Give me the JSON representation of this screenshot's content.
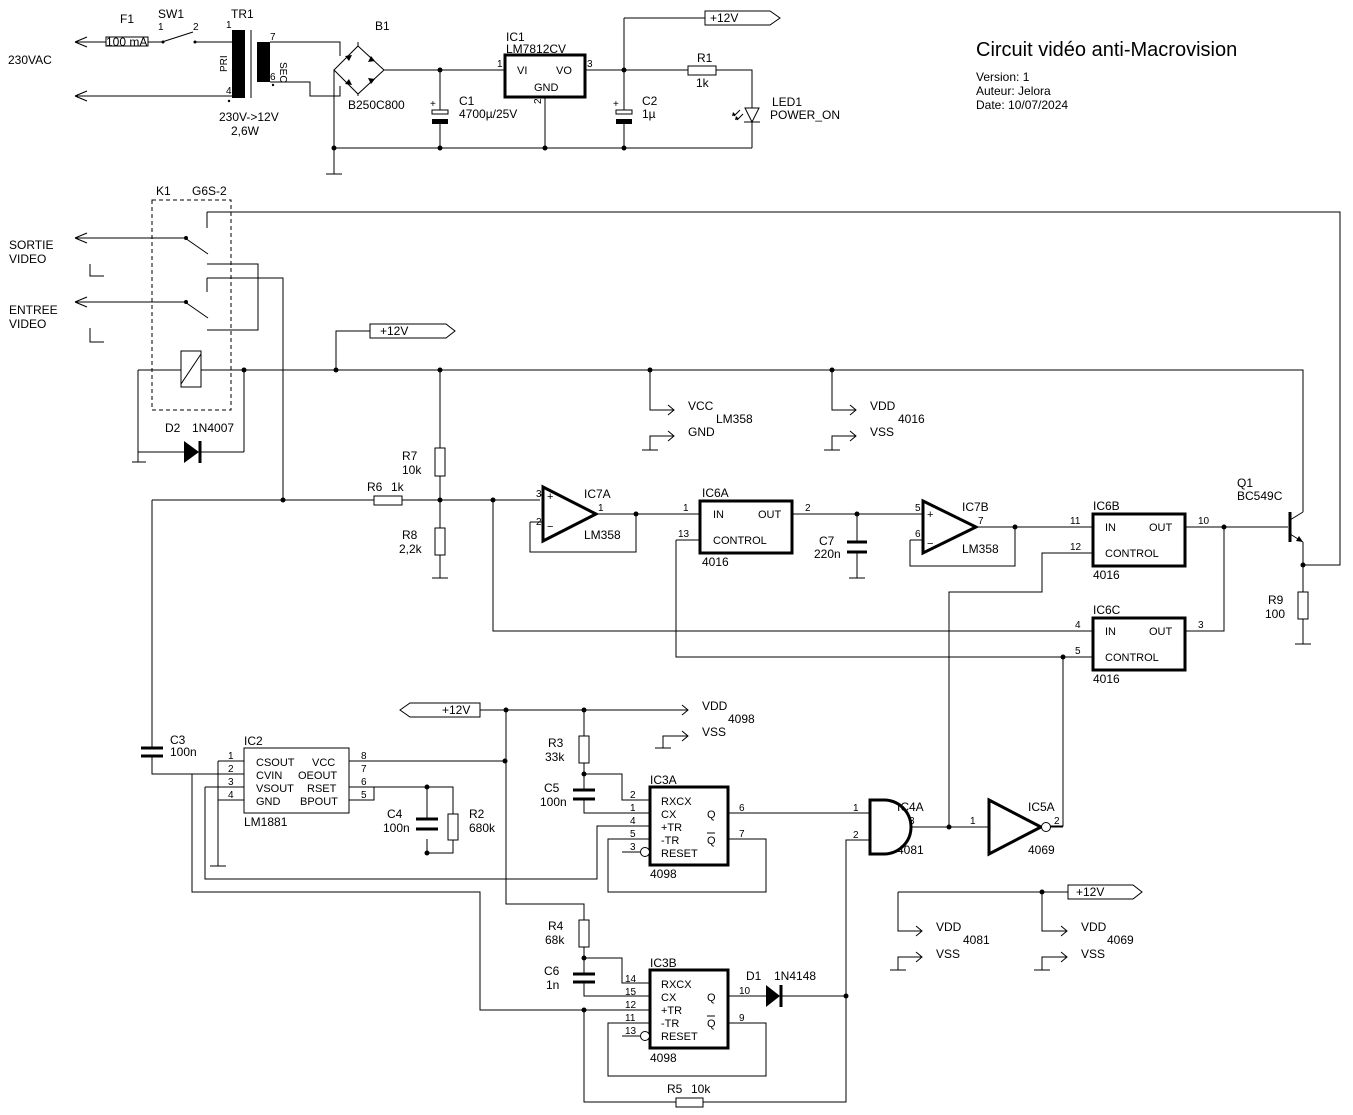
{
  "title_block": {
    "title": "Circuit vidéo anti-Macrovision",
    "version": "Version: 1",
    "author": "Auteur: Jelora",
    "date": "Date: 10/07/2024"
  },
  "power": {
    "mains": "230VAC",
    "F1": {
      "ref": "F1",
      "value": "100 mA"
    },
    "SW1": {
      "ref": "SW1",
      "pin1": "1",
      "pin2": "2"
    },
    "TR1": {
      "ref": "TR1",
      "value": "230V->12V",
      "power": "2,6W",
      "pri": "PRI",
      "sec": "SEC",
      "pins": [
        "1",
        "4",
        "7",
        "6"
      ]
    },
    "B1": {
      "ref": "B1",
      "value": "B250C800"
    },
    "C1": {
      "ref": "C1",
      "value": "4700µ/25V"
    },
    "IC1": {
      "ref": "IC1",
      "value": "LM7812CV",
      "vi": "VI",
      "vo": "VO",
      "gnd": "GND",
      "pins": [
        "1",
        "3",
        "2"
      ]
    },
    "C2": {
      "ref": "C2",
      "value": "1µ"
    },
    "R1": {
      "ref": "R1",
      "value": "1k"
    },
    "LED1": {
      "ref": "LED1",
      "value": "POWER_ON"
    },
    "rail": "+12V"
  },
  "relay": {
    "K1": {
      "ref": "K1",
      "value": "G6S-2"
    },
    "D2": {
      "ref": "D2",
      "value": "1N4007"
    },
    "out_label": [
      "SORTIE",
      "VIDEO"
    ],
    "in_label": [
      "ENTREE",
      "VIDEO"
    ],
    "rail": "+12V"
  },
  "supply_labels": {
    "lm358": {
      "vcc": "VCC",
      "gnd": "GND",
      "name": "LM358"
    },
    "cd4016": {
      "vdd": "VDD",
      "vss": "VSS",
      "name": "4016"
    },
    "cd4098": {
      "vdd": "VDD",
      "vss": "VSS",
      "name": "4098",
      "rail": "+12V"
    },
    "cd4081": {
      "vdd": "VDD",
      "vss": "VSS",
      "name": "4081"
    },
    "cd4069": {
      "vdd": "VDD",
      "vss": "VSS",
      "name": "4069",
      "rail": "+12V"
    }
  },
  "components": {
    "R6": {
      "ref": "R6",
      "value": "1k"
    },
    "R7": {
      "ref": "R7",
      "value": "10k"
    },
    "R8": {
      "ref": "R8",
      "value": "2,2k"
    },
    "IC7A": {
      "ref": "IC7A",
      "value": "LM358",
      "pins": [
        "3",
        "2",
        "1"
      ]
    },
    "IC6A": {
      "ref": "IC6A",
      "value": "4016",
      "in": "IN",
      "out": "OUT",
      "ctrl": "CONTROL",
      "pins": [
        "1",
        "2",
        "13"
      ]
    },
    "C7": {
      "ref": "C7",
      "value": "220n"
    },
    "IC7B": {
      "ref": "IC7B",
      "value": "LM358",
      "pins": [
        "5",
        "6",
        "7"
      ]
    },
    "IC6B": {
      "ref": "IC6B",
      "value": "4016",
      "in": "IN",
      "out": "OUT",
      "ctrl": "CONTROL",
      "pins": [
        "11",
        "10",
        "12"
      ]
    },
    "IC6C": {
      "ref": "IC6C",
      "value": "4016",
      "in": "IN",
      "out": "OUT",
      "ctrl": "CONTROL",
      "pins": [
        "4",
        "3",
        "5"
      ]
    },
    "Q1": {
      "ref": "Q1",
      "value": "BC549C"
    },
    "R9": {
      "ref": "R9",
      "value": "100"
    },
    "C3": {
      "ref": "C3",
      "value": "100n"
    },
    "IC2": {
      "ref": "IC2",
      "value": "LM1881",
      "left": [
        "CSOUT",
        "CVIN",
        "VSOUT",
        "GND"
      ],
      "right": [
        "VCC",
        "OEOUT",
        "RSET",
        "BPOUT"
      ],
      "pins_l": [
        "1",
        "2",
        "3",
        "4"
      ],
      "pins_r": [
        "8",
        "7",
        "6",
        "5"
      ]
    },
    "C4": {
      "ref": "C4",
      "value": "100n"
    },
    "R2": {
      "ref": "R2",
      "value": "680k"
    },
    "R3": {
      "ref": "R3",
      "value": "33k"
    },
    "C5": {
      "ref": "C5",
      "value": "100n"
    },
    "IC3A": {
      "ref": "IC3A",
      "value": "4098",
      "lines": [
        "RXCX",
        "CX",
        "+TR",
        "-TR",
        "RESET"
      ],
      "q": "Q",
      "qb": "Q",
      "pins_l": [
        "2",
        "1",
        "4",
        "5",
        "3"
      ],
      "pins_r": [
        "6",
        "7"
      ]
    },
    "R4": {
      "ref": "R4",
      "value": "68k"
    },
    "C6": {
      "ref": "C6",
      "value": "1n"
    },
    "IC3B": {
      "ref": "IC3B",
      "value": "4098",
      "lines": [
        "RXCX",
        "CX",
        "+TR",
        "-TR",
        "RESET"
      ],
      "q": "Q",
      "qb": "Q",
      "pins_l": [
        "14",
        "15",
        "12",
        "11",
        "13"
      ],
      "pins_r": [
        "10",
        "9"
      ]
    },
    "D1": {
      "ref": "D1",
      "value": "1N4148"
    },
    "R5": {
      "ref": "R5",
      "value": "10k"
    },
    "IC4A": {
      "ref": "IC4A",
      "value": "4081",
      "pins": [
        "1",
        "2",
        "3"
      ]
    },
    "IC5A": {
      "ref": "IC5A",
      "value": "4069",
      "pins": [
        "1",
        "2"
      ]
    }
  }
}
